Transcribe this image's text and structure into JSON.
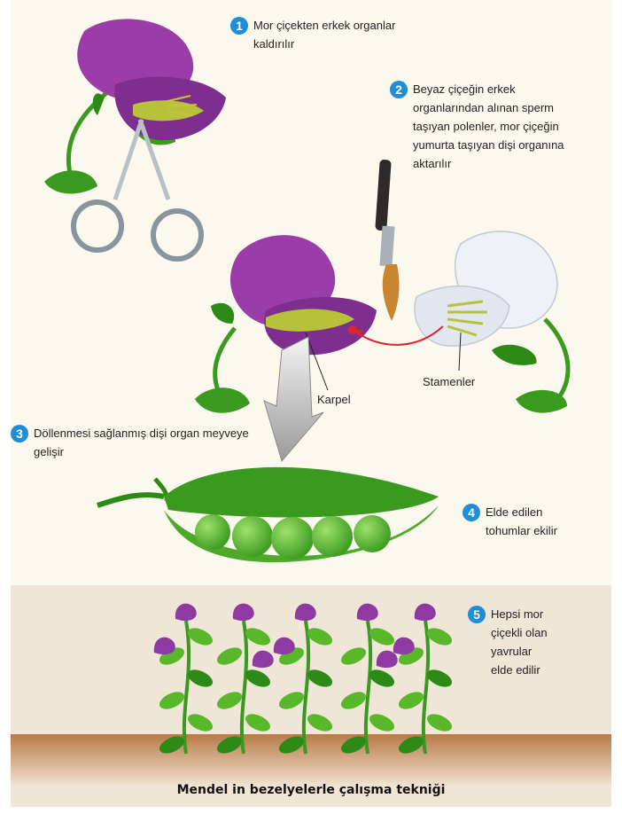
{
  "steps": [
    {
      "num": "1",
      "text": "Mor çiçekten erkek organlar kaldırılır"
    },
    {
      "num": "2",
      "text": "Beyaz çiçeğin erkek organlarından alınan sperm taşıyan polenler, mor çiçeğin yumurta taşıyan dişi organına aktarılır"
    },
    {
      "num": "3",
      "text": "Döllenmesi sağlanmış dişi organ meyveye gelişir"
    },
    {
      "num": "4",
      "text": "Elde edilen tohumlar ekilir"
    },
    {
      "num": "5",
      "text": "Hepsi mor çiçekli olan yavrular elde edilir"
    }
  ],
  "labels": {
    "karpel": "Karpel",
    "stamenler": "Stamenler"
  },
  "caption": "Mendel in bezelyelerle çalışma tekniği",
  "colors": {
    "background": "#fbf8ee",
    "purple_petal": "#9a3da8",
    "white_petal": "#eef1f6",
    "leaf_green": "#3a9a1f",
    "pea_green": "#58b82a",
    "soil": "#a46a3a",
    "step_badge": "#1e8ed6",
    "pollen_arrow": "#e0242a"
  },
  "icons": [
    "scissors-icon",
    "paintbrush-icon",
    "arrow-down-icon"
  ]
}
